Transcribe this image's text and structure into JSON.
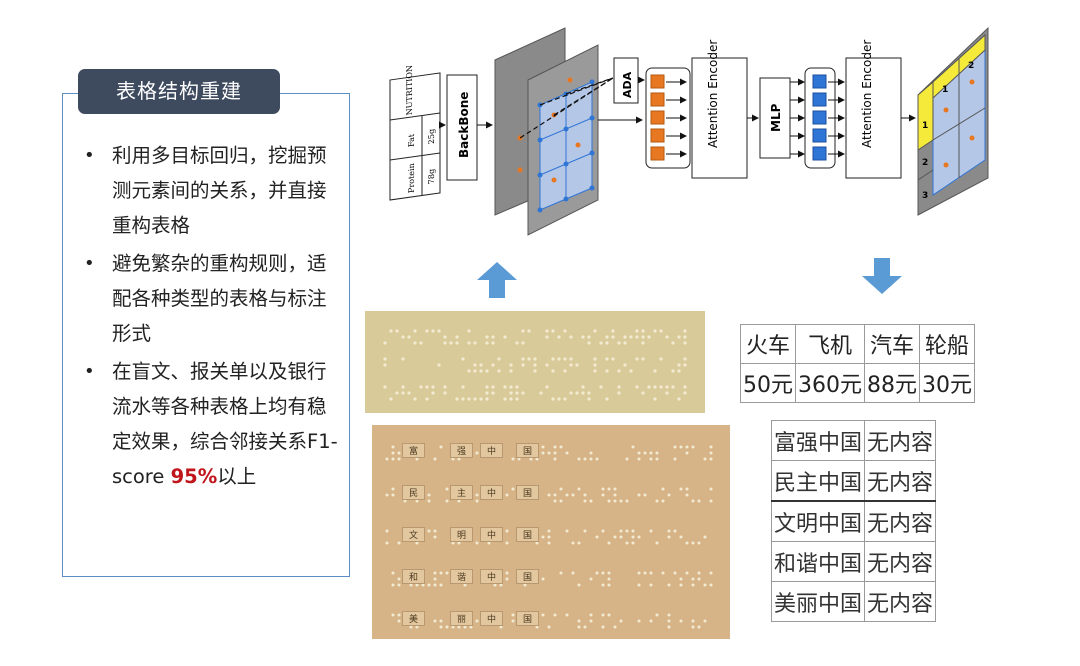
{
  "panel": {
    "tag": "表格结构重建",
    "bullets": [
      [
        "利用多目标回归，挖掘预测元素间的关系，并直接重构表格"
      ],
      [
        "避免繁杂的重构规则，适配各种类型的表格与标注形式"
      ],
      [
        "在盲文、报关单以及银行流水等各种表格上均有稳定效果，综合邻接关系F1-score ",
        "95%",
        "以上"
      ]
    ]
  },
  "diagram": {
    "nutrition_title": "NUTRITION",
    "nutrition_rows": [
      {
        "label": "Fat",
        "value": "25g"
      },
      {
        "label": "Protein",
        "value": "78g"
      }
    ],
    "backbone": "BackBone",
    "ada": "ADA",
    "encoder1": "Attention Encoder",
    "mlp": "MLP",
    "encoder2": "Attention Encoder",
    "cols": [
      "1",
      "2"
    ],
    "rows": [
      "1",
      "2",
      "3"
    ]
  },
  "table1": {
    "header": [
      "火车",
      "飞机",
      "汽车",
      "轮船"
    ],
    "values": [
      "50元",
      "360元",
      "88元",
      "30元"
    ]
  },
  "table2": {
    "rows": [
      [
        "富强中国",
        "无内容"
      ],
      [
        "民主中国",
        "无内容"
      ],
      [
        "文明中国",
        "无内容"
      ],
      [
        "和谐中国",
        "无内容"
      ],
      [
        "美丽中国",
        "无内容"
      ]
    ]
  },
  "braille": {
    "labels": [
      [
        "富",
        "强",
        "中",
        "国"
      ],
      [
        "民",
        "主",
        "中",
        "国"
      ],
      [
        "文",
        "明",
        "中",
        "国"
      ],
      [
        "和",
        "谐",
        "中",
        "国"
      ],
      [
        "美",
        "丽",
        "中",
        "国"
      ]
    ]
  },
  "colors": {
    "accent": "#5b8ec4",
    "tag_bg": "#3e4a5e",
    "highlight": "#c0151b",
    "arrow": "#5b9bd5",
    "orange": "#e87722",
    "blue": "#2e75d6",
    "yellow": "#f5ea3a"
  }
}
